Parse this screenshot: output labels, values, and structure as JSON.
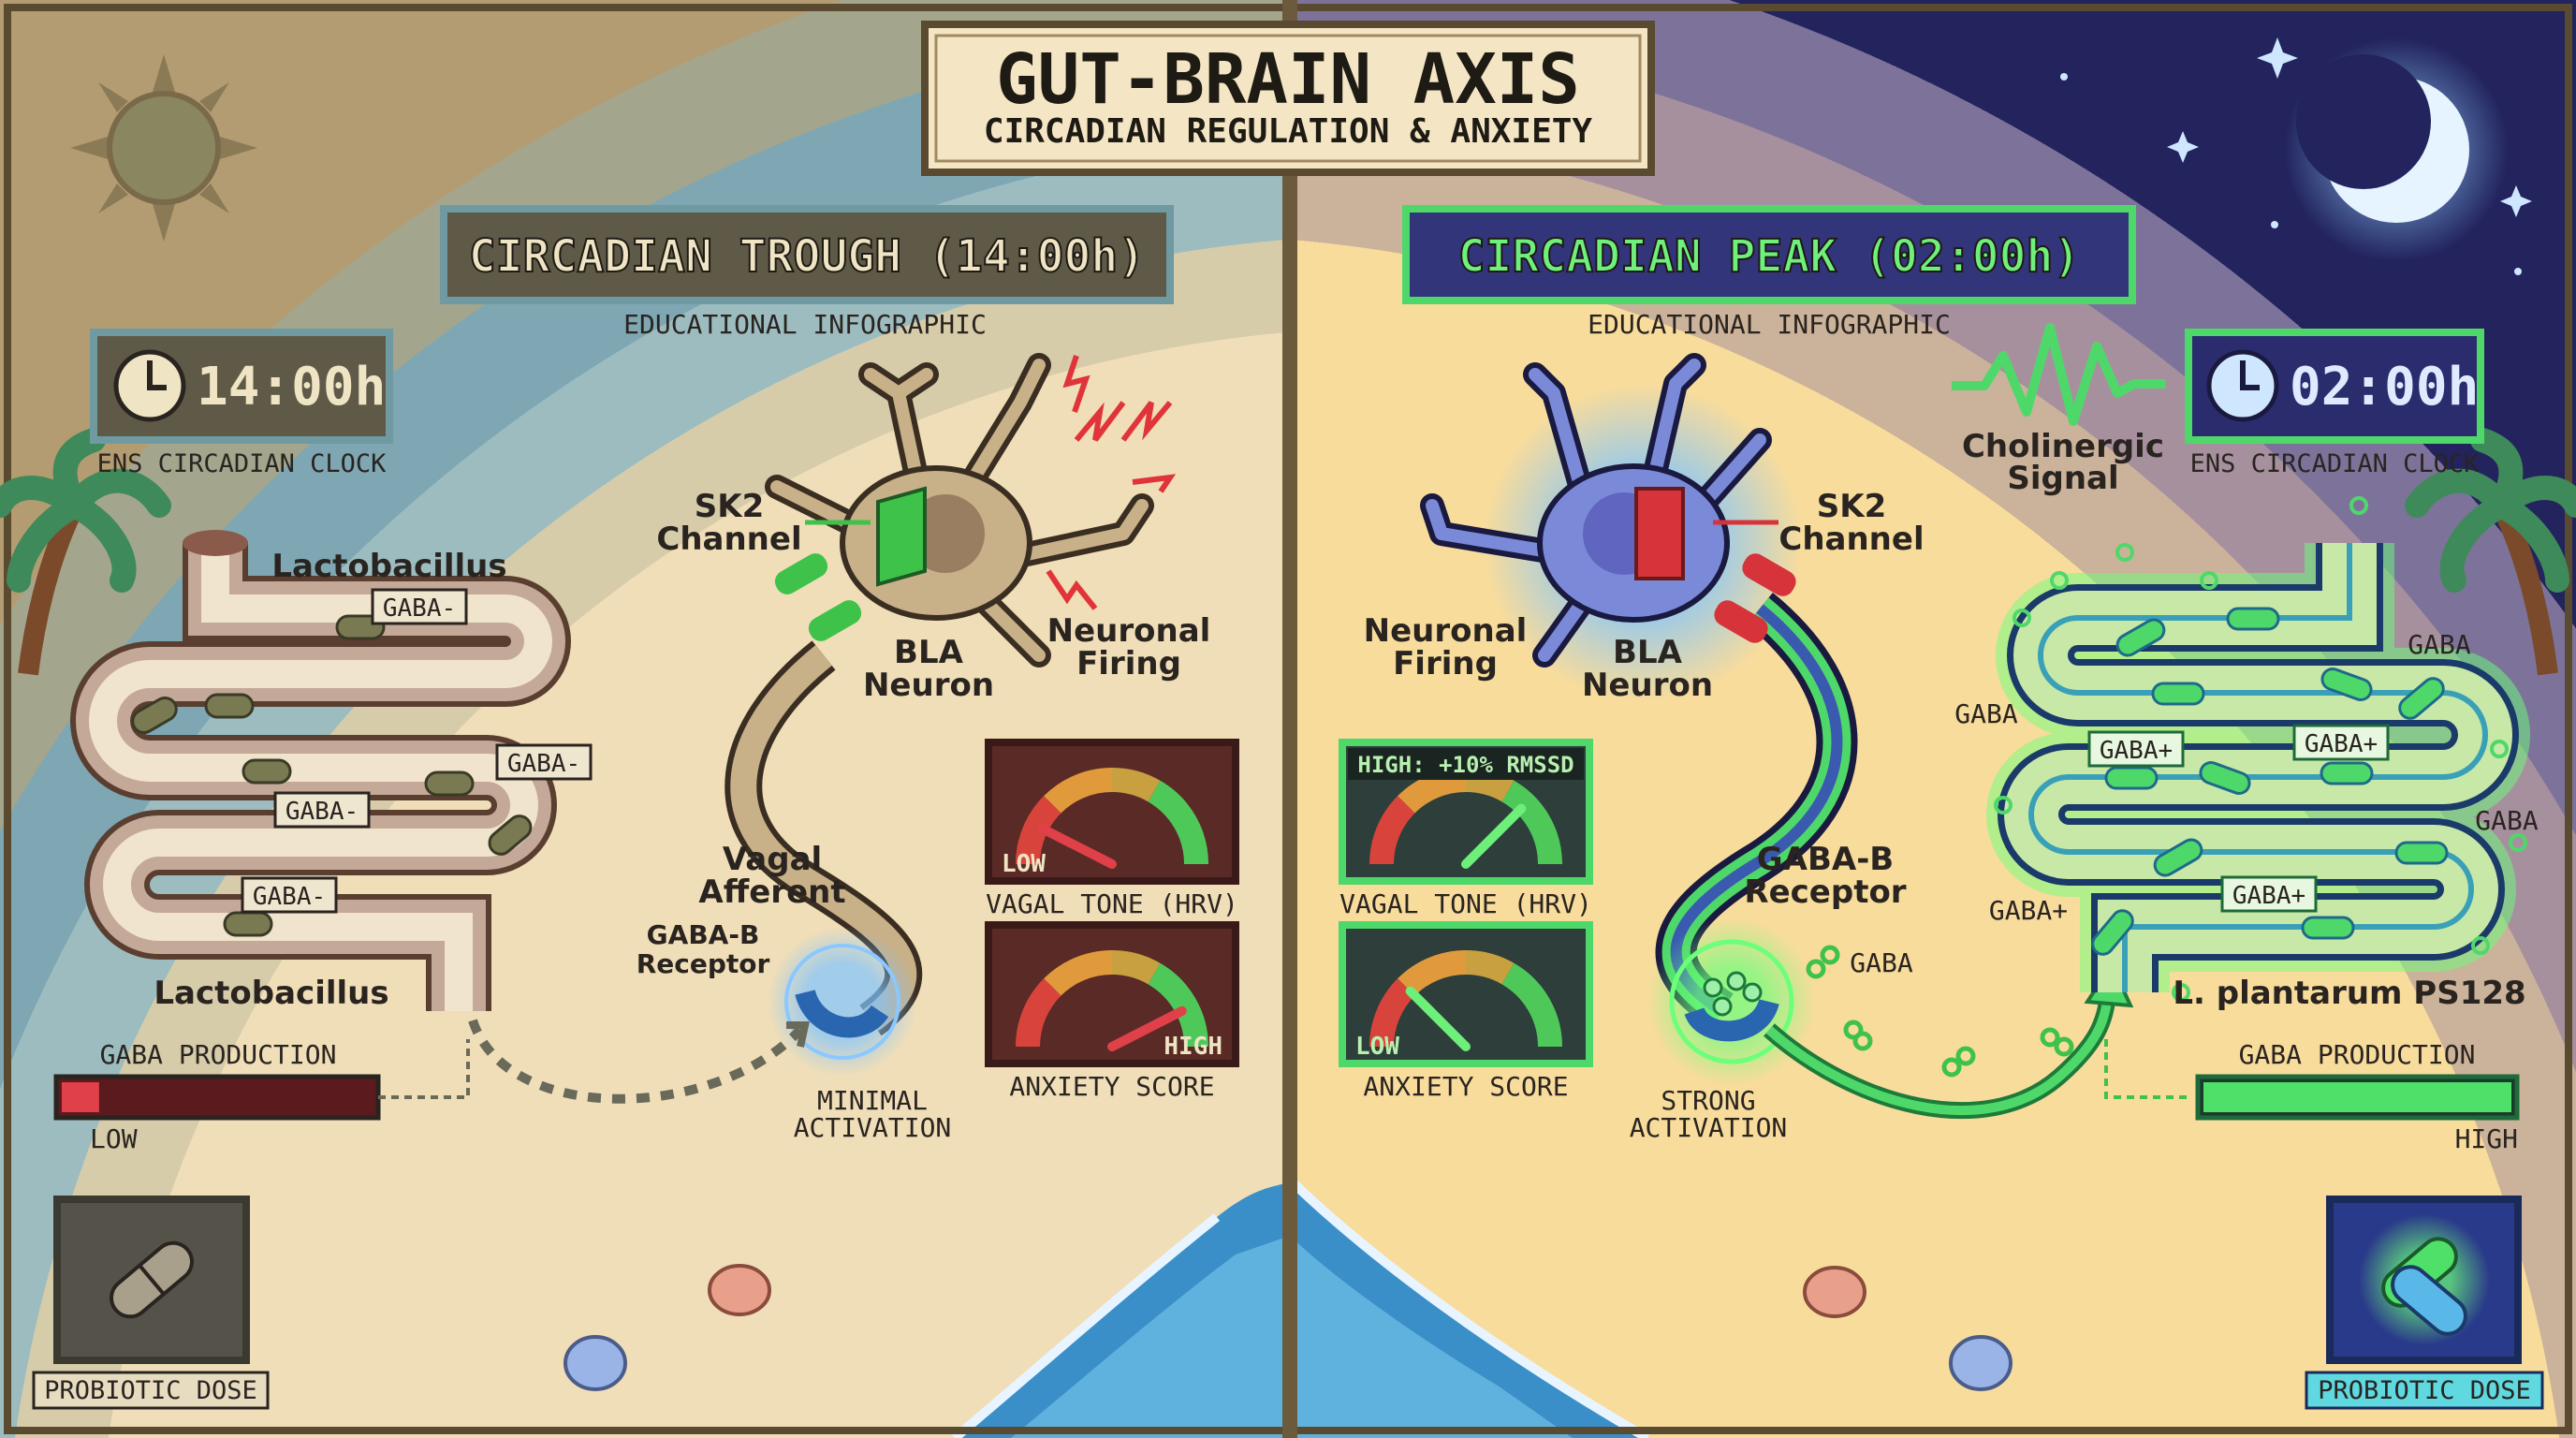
{
  "title": {
    "main": "GUT-BRAIN AXIS",
    "sub": "CIRCADIAN REGULATION & ANXIETY"
  },
  "left": {
    "header": "CIRCADIAN TROUGH (14:00h)",
    "subtitle": "EDUCATIONAL INFOGRAPHIC",
    "clock": {
      "time": "14:00h",
      "label": "ENS CIRCADIAN CLOCK",
      "icon": "clock-icon"
    },
    "sky_icon": "sun-icon",
    "neuron": {
      "sk2": [
        "SK2",
        "Channel"
      ],
      "bla": [
        "BLA",
        "Neuron"
      ],
      "firing": [
        "Neuronal",
        "Firing"
      ],
      "vagal": [
        "Vagal",
        "Afferent"
      ],
      "receptor": [
        "GABA-B",
        "Receptor"
      ],
      "activation": [
        "MINIMAL",
        "ACTIVATION"
      ]
    },
    "gut": {
      "bacteria_top": "Lactobacillus",
      "bacteria_bottom": "Lactobacillus",
      "tags": [
        "GABA-",
        "GABA-",
        "GABA-",
        "GABA-"
      ]
    },
    "gauges": [
      {
        "label": "VAGAL TONE (HRV)",
        "reading": "LOW",
        "level": 0.15
      },
      {
        "label": "ANXIETY SCORE",
        "reading": "HIGH",
        "level": 0.85
      }
    ],
    "production": {
      "label": "GABA PRODUCTION",
      "level_text": "LOW",
      "level": 0.12
    },
    "dose": {
      "label": "PROBIOTIC DOSE",
      "icon": "pill-icon"
    },
    "colors": {
      "header_bg": "#5f5a47",
      "header_text": "#efe4c4",
      "sk2": "#3ec24a",
      "bar": "#c8323a"
    }
  },
  "right": {
    "header": "CIRCADIAN PEAK (02:00h)",
    "subtitle": "EDUCATIONAL INFOGRAPHIC",
    "clock": {
      "time": "02:00h",
      "label": "ENS CIRCADIAN CLOCK",
      "icon": "clock-icon"
    },
    "sky_icon": "moon-icon",
    "signal": [
      "Cholinergic",
      "Signal"
    ],
    "neuron": {
      "sk2": [
        "SK2",
        "Channel"
      ],
      "bla": [
        "BLA",
        "Neuron"
      ],
      "firing": [
        "Neuronal",
        "Firing"
      ],
      "receptor": [
        "GABA-B",
        "Receptor"
      ],
      "gaba": "GABA",
      "activation": [
        "STRONG",
        "ACTIVATION"
      ]
    },
    "gut": {
      "bacteria": "L. plantarum PS128",
      "gaba_labels": [
        "GABA",
        "GABA",
        "GABA",
        "GABA+"
      ],
      "tags": [
        "GABA+",
        "GABA+",
        "GABA+"
      ]
    },
    "gauges": [
      {
        "label": "VAGAL TONE (HRV)",
        "reading": "HIGH: +10% RMSSD",
        "level": 0.75
      },
      {
        "label": "ANXIETY SCORE",
        "reading": "LOW",
        "level": 0.25
      }
    ],
    "production": {
      "label": "GABA PRODUCTION",
      "level_text": "HIGH",
      "level": 1.0
    },
    "dose": {
      "label": "PROBIOTIC DOSE",
      "icon": "pill-icon"
    },
    "colors": {
      "header_bg": "#33357a",
      "header_text": "#6ff07c",
      "sk2": "#d6333a",
      "bar": "#4fe06a"
    }
  }
}
